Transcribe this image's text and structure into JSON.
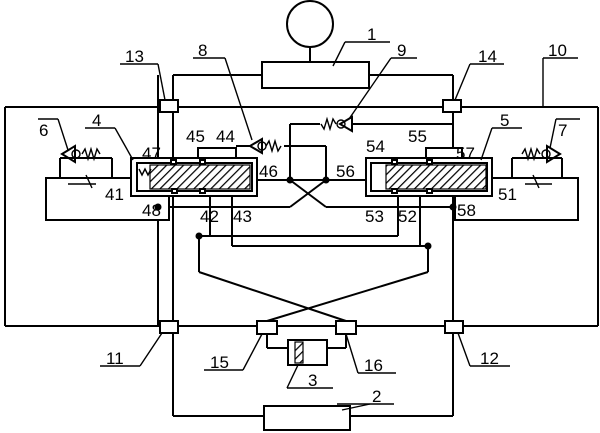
{
  "labels": {
    "l1": "1",
    "l2": "2",
    "l3": "3",
    "l4": "4",
    "l5": "5",
    "l6": "6",
    "l7": "7",
    "l8": "8",
    "l9": "9",
    "l10": "10",
    "l11": "11",
    "l12": "12",
    "l13": "13",
    "l14": "14",
    "l15": "15",
    "l16": "16",
    "l41": "41",
    "l42": "42",
    "l43": "43",
    "l44": "44",
    "l45": "45",
    "l46": "46",
    "l47": "47",
    "l48": "48",
    "l51": "51",
    "l52": "52",
    "l53": "53",
    "l54": "54",
    "l55": "55",
    "l56": "56",
    "l57": "57",
    "l58": "58"
  }
}
